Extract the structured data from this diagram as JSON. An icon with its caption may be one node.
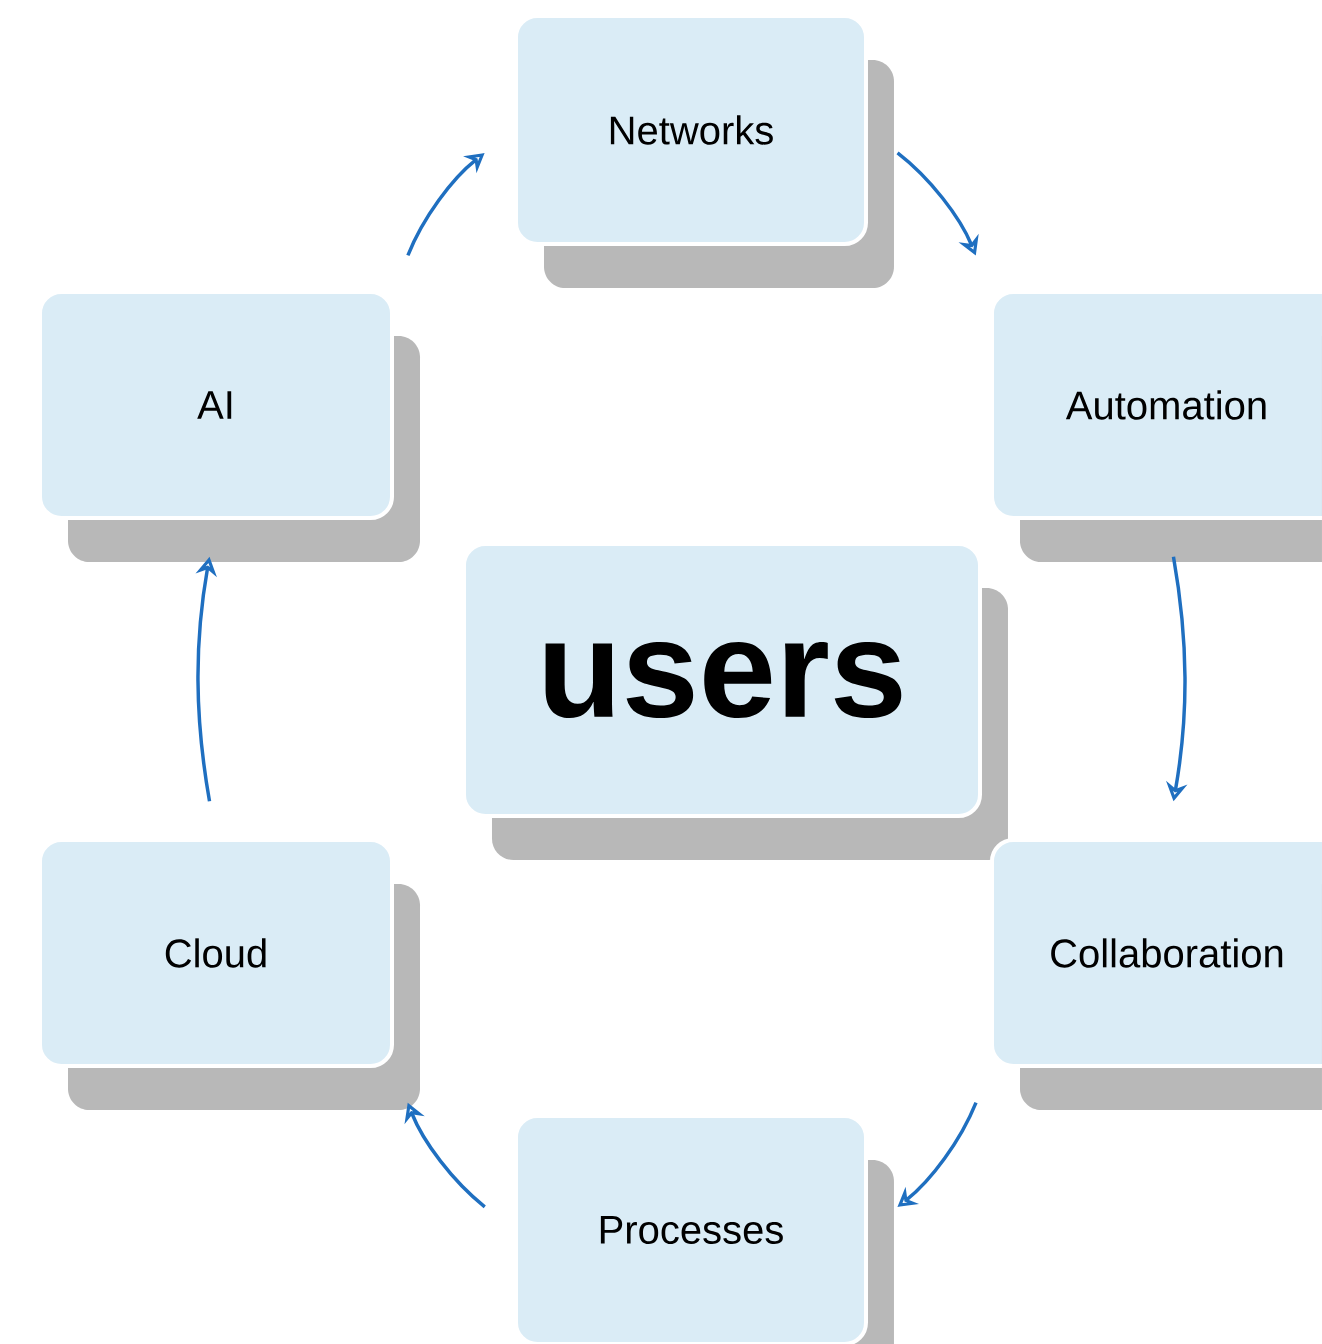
{
  "diagram": {
    "nodes": [
      {
        "text": [
          "Networks"
        ]
      },
      {
        "text": [
          "AI"
        ]
      },
      {
        "text": [
          "Automation"
        ]
      },
      {
        "text": [
          "users"
        ]
      },
      {
        "text": [
          "Cloud"
        ]
      },
      {
        "text": [
          "Collaboration"
        ]
      },
      {
        "text": [
          "Processes"
        ]
      }
    ],
    "edges": [
      {
        "from": 1,
        "to": 0,
        "arrow": "to"
      },
      {
        "from": 0,
        "to": 2,
        "arrow": "to"
      },
      {
        "from": 2,
        "to": 5,
        "arrow": "to"
      },
      {
        "from": 5,
        "to": 6,
        "arrow": "to"
      },
      {
        "from": 6,
        "to": 4,
        "arrow": "to"
      },
      {
        "from": 4,
        "to": 1,
        "arrow": "to"
      }
    ]
  }
}
